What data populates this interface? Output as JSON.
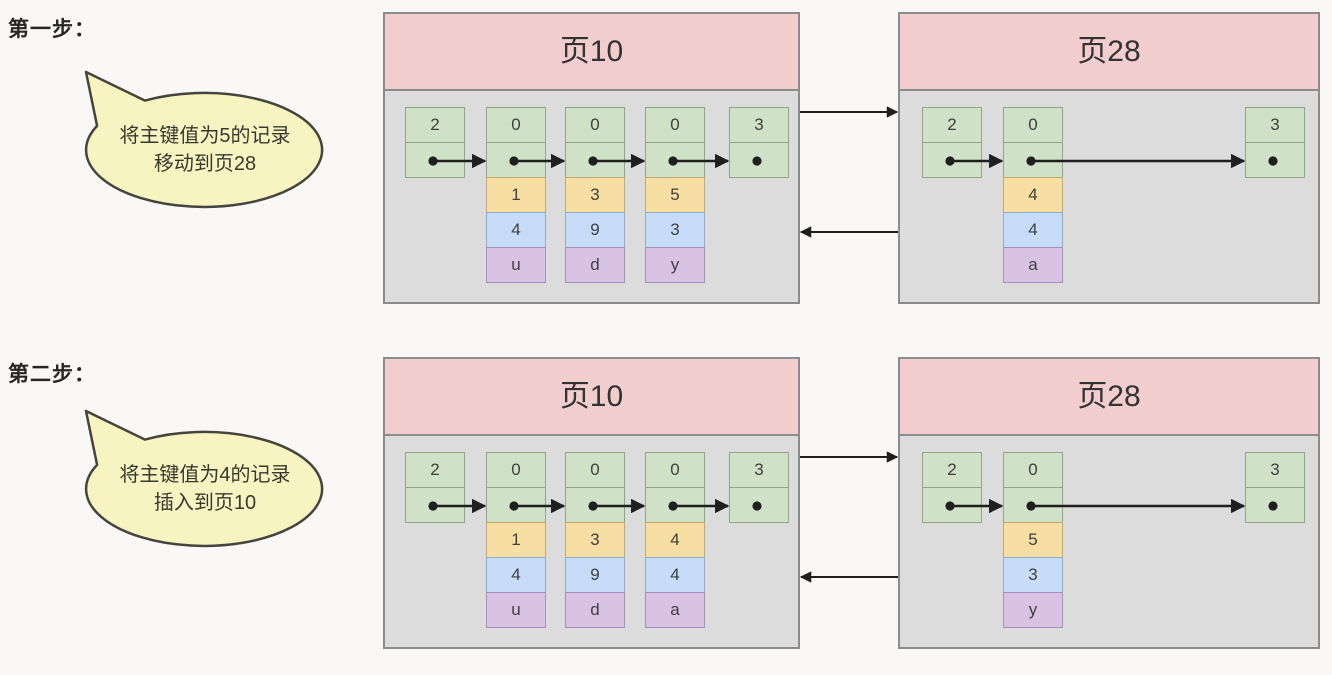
{
  "colors": {
    "page_header_pink": "#f2cdcd",
    "page_body_gray": "#dcdcdc",
    "record_green": "#cfe1c7",
    "key_orange": "#f7dfa3",
    "value_blue": "#c7dcf8",
    "value_purple": "#d9c3e5",
    "bubble_yellow": "#f8f4c2",
    "bubble_border": "#45453d",
    "arrow_black": "#1f1f1f"
  },
  "steps": [
    {
      "label": "第一步：",
      "bubble": {
        "line1": "将主键值为5的记录",
        "line2": "移动到页28"
      },
      "pages": [
        {
          "title": "页10",
          "records": [
            {
              "type": "2",
              "cells": []
            },
            {
              "type": "0",
              "cells": [
                "1",
                "4",
                "u"
              ]
            },
            {
              "type": "0",
              "cells": [
                "3",
                "9",
                "d"
              ]
            },
            {
              "type": "0",
              "cells": [
                "5",
                "3",
                "y"
              ]
            },
            {
              "type": "3",
              "cells": []
            }
          ]
        },
        {
          "title": "页28",
          "records": [
            {
              "type": "2",
              "cells": []
            },
            {
              "type": "0",
              "cells": [
                "4",
                "4",
                "a"
              ]
            },
            {
              "type": "3",
              "cells": []
            }
          ]
        }
      ]
    },
    {
      "label": "第二步：",
      "bubble": {
        "line1": "将主键值为4的记录",
        "line2": "插入到页10"
      },
      "pages": [
        {
          "title": "页10",
          "records": [
            {
              "type": "2",
              "cells": []
            },
            {
              "type": "0",
              "cells": [
                "1",
                "4",
                "u"
              ]
            },
            {
              "type": "0",
              "cells": [
                "3",
                "9",
                "d"
              ]
            },
            {
              "type": "0",
              "cells": [
                "4",
                "4",
                "a"
              ]
            },
            {
              "type": "3",
              "cells": []
            }
          ]
        },
        {
          "title": "页28",
          "records": [
            {
              "type": "2",
              "cells": []
            },
            {
              "type": "0",
              "cells": [
                "5",
                "3",
                "y"
              ]
            },
            {
              "type": "3",
              "cells": []
            }
          ]
        }
      ]
    }
  ]
}
